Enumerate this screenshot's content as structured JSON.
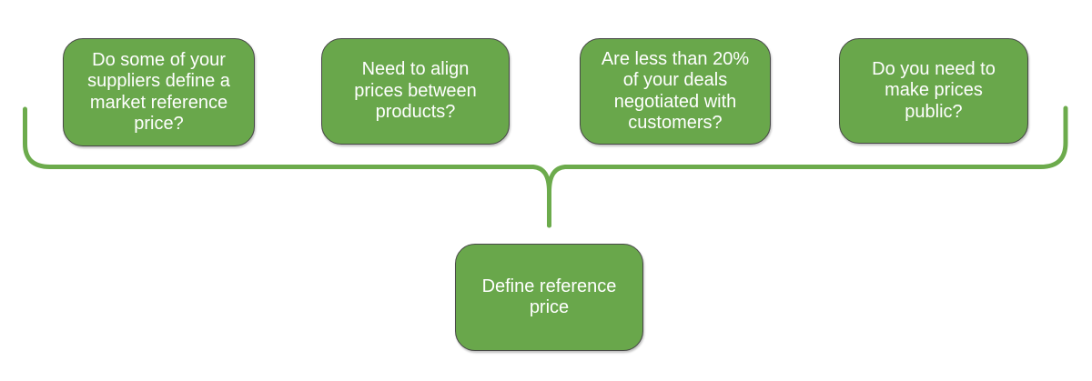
{
  "colors": {
    "background": "#ffffff",
    "box_fill": "#69a74b",
    "box_border": "#474747",
    "brace": "#6cab4c",
    "text": "#ffffff"
  },
  "questions": [
    {
      "label": "Do some of your\nsuppliers define a\nmarket reference\nprice?"
    },
    {
      "label": "Need to align\nprices between\nproducts?"
    },
    {
      "label": "Are less than 20%\nof your deals\nnegotiated with\ncustomers?"
    },
    {
      "label": "Do you need to\nmake prices\npublic?"
    }
  ],
  "result": {
    "label": "Define reference\nprice"
  }
}
